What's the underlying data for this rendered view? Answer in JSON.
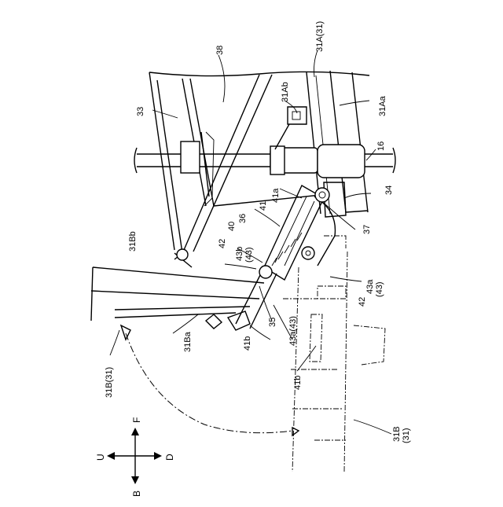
{
  "labels": {
    "l31A": "31A(31)",
    "l38": "38",
    "l31Ab": "31Ab",
    "l33": "33",
    "l31Aa": "31Aa",
    "l16": "16",
    "l34": "34",
    "l41a": "41a",
    "l41": "41",
    "l36": "36",
    "l40": "40",
    "l37": "37",
    "l42a": "42",
    "l43b": "43b",
    "l43bsub": "(43)",
    "l31Bb": "31Bb",
    "l35": "35",
    "l43a43": "43a(43)",
    "l43a": "43a",
    "l43asub": "(43)",
    "l42b": "42",
    "l31Ba": "31Ba",
    "l41b_a": "41b",
    "l41b_b": "41b",
    "l31B31": "31B(31)",
    "l31B": "31B",
    "l31Bsub": "(31)"
  },
  "compass": {
    "up": "U",
    "down": "D",
    "front": "F",
    "back": "B"
  }
}
